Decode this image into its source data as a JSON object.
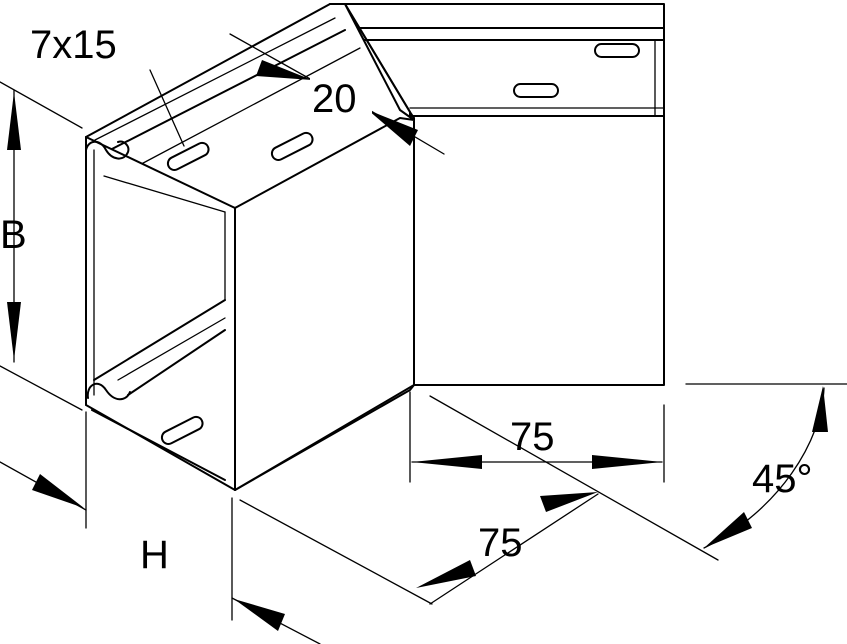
{
  "diagram": {
    "labels": {
      "slot": "7x15",
      "flange": "20",
      "width": "B",
      "height": "H",
      "leg_right": "75",
      "leg_front": "75",
      "angle": "45°"
    }
  }
}
